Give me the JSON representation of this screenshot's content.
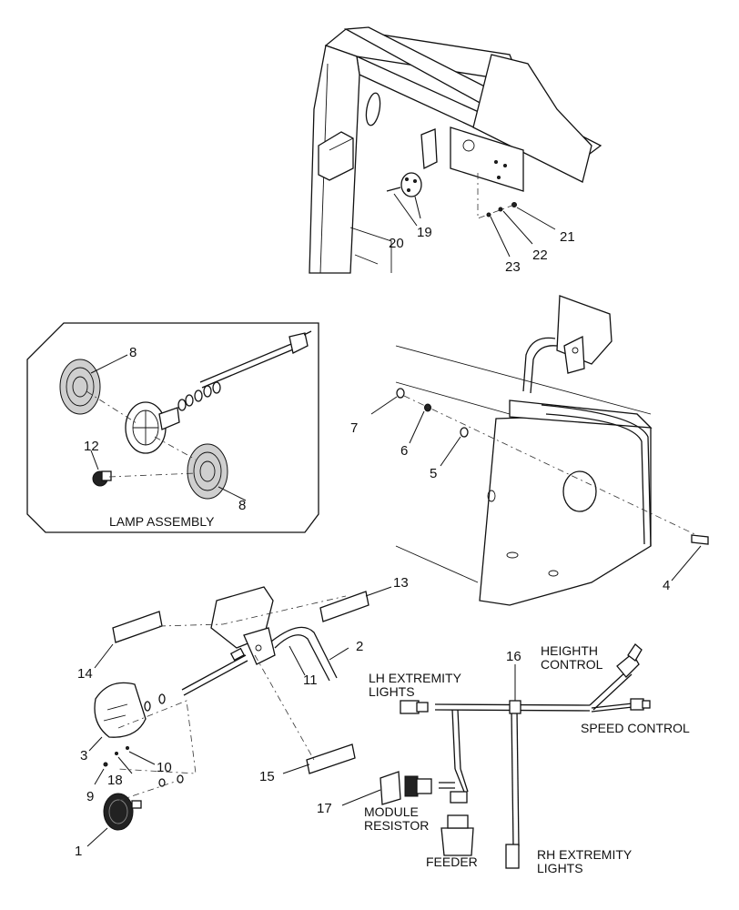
{
  "diagram": {
    "callouts": [
      "1",
      "2",
      "3",
      "4",
      "5",
      "6",
      "7",
      "8",
      "8",
      "9",
      "10",
      "11",
      "12",
      "13",
      "14",
      "15",
      "16",
      "17",
      "18",
      "19",
      "20",
      "21",
      "22",
      "23"
    ],
    "captions": {
      "lamp_assembly": "LAMP ASSEMBLY",
      "lh_extremity_1": "LH EXTREMITY",
      "lh_extremity_2": "LIGHTS",
      "heighth_control_1": "HEIGHTH",
      "heighth_control_2": "CONTROL",
      "speed_control": "SPEED CONTROL",
      "module_resistor_1": "MODULE",
      "module_resistor_2": "RESISTOR",
      "feeder": "FEEDER",
      "rh_extremity_1": "RH EXTREMITY",
      "rh_extremity_2": "LIGHTS"
    }
  }
}
